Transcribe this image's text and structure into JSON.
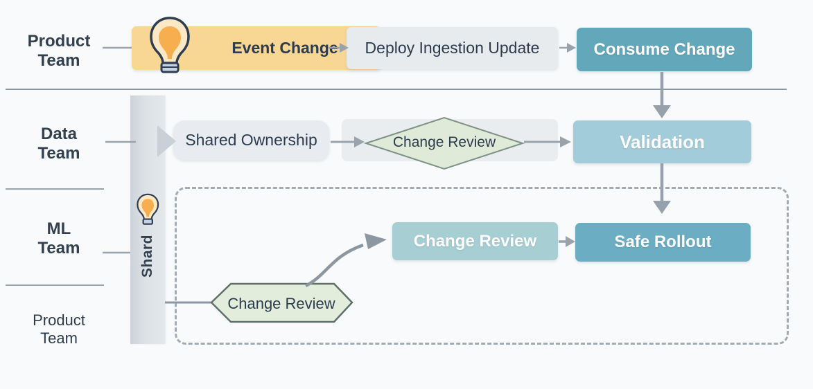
{
  "diagram_title": "",
  "lanes": [
    {
      "label": "Product\nTeam",
      "bold": true
    },
    {
      "label": "Data\nTeam",
      "bold": true
    },
    {
      "label": "ML\nTeam",
      "bold": true
    },
    {
      "label": "Product\nTeam",
      "bold": false
    }
  ],
  "nodes": {
    "event_change": {
      "label": "Event Change",
      "shape": "rect",
      "color": "#f8d694",
      "text_color": "#2c3b4d",
      "icon": "lightbulb-icon"
    },
    "deploy_ingestion": {
      "label": "Deploy Ingestion Update",
      "shape": "rect",
      "color": "#e7ebee",
      "text_color": "#2c3b4d"
    },
    "consume_change": {
      "label": "Consume Change",
      "shape": "rect",
      "color": "#63a7bb",
      "text_color": "#ffffff"
    },
    "shared_ownership": {
      "label": "Shared Ownership",
      "shape": "rounded",
      "color": "#e8ecf0",
      "text_color": "#2c3b4d"
    },
    "change_review_data": {
      "label": "Change Review",
      "shape": "diamond",
      "color": "#dfead9",
      "border": "#7e9186",
      "text_color": "#2c3b4d"
    },
    "validation": {
      "label": "Validation",
      "shape": "rect",
      "color": "#a3ccdb",
      "text_color": "#ffffff"
    },
    "change_review_ml": {
      "label": "Change Review",
      "shape": "rect",
      "color": "#a6ced3",
      "text_color": "#ffffff"
    },
    "safe_rollout": {
      "label": "Safe Rollout",
      "shape": "rect",
      "color": "#6badc2",
      "text_color": "#ffffff"
    },
    "change_review_product": {
      "label": "Change Review",
      "shape": "hexagon",
      "color": "#e3eddc",
      "border": "#5f6f6a",
      "text_color": "#2c3b4d"
    },
    "shard_bar": {
      "label": "Shard",
      "shape": "vertical-bar",
      "color": "#d7dde1",
      "icon": "lightbulb-small-icon"
    }
  },
  "edges": [
    {
      "from": "event_change",
      "to": "deploy_ingestion"
    },
    {
      "from": "deploy_ingestion",
      "to": "consume_change"
    },
    {
      "from": "consume_change",
      "to": "validation"
    },
    {
      "from": "shared_ownership",
      "to": "change_review_data"
    },
    {
      "from": "change_review_data",
      "to": "validation"
    },
    {
      "from": "validation",
      "to": "safe_rollout"
    },
    {
      "from": "change_review_ml",
      "to": "safe_rollout"
    },
    {
      "from": "change_review_product",
      "to": "change_review_ml"
    }
  ],
  "icons": {
    "event_idea": "lightbulb-icon",
    "shard_idea": "lightbulb-small-icon"
  },
  "colors": {
    "background": "#f8fafb",
    "lane_line": "#8d959d",
    "connector": "#929ca6",
    "dashed_border": "#a2aab2",
    "label_text": "#33404f",
    "bulb_outline": "#2e3d52",
    "bulb_glass": "#fce8c4",
    "bulb_filament": "#f6ae4e",
    "bulb_base": "#c6d2e2"
  }
}
